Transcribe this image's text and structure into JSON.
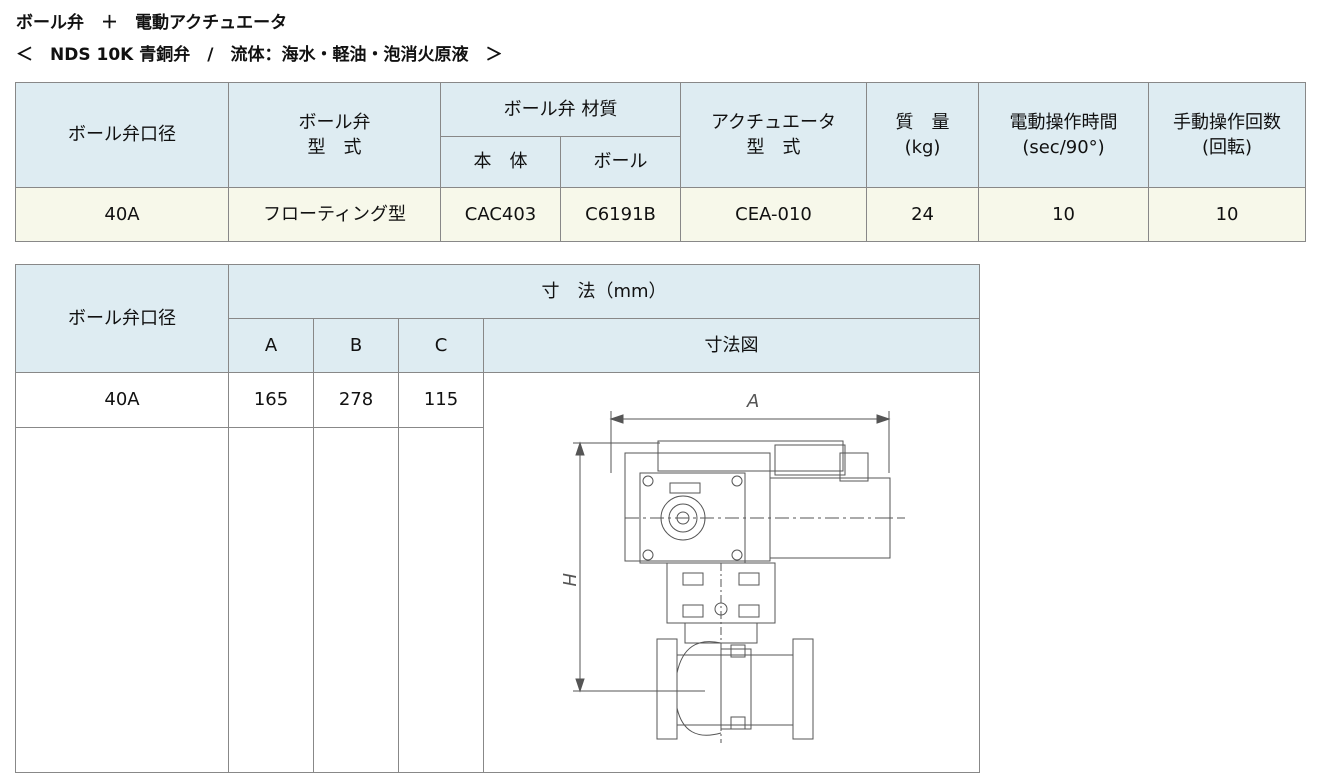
{
  "heading": {
    "line1": "ボール弁　＋　電動アクチュエータ",
    "line2": "＜　NDS 10K 青銅弁　/　流体：海水・軽油・泡消火原液　＞"
  },
  "spec_table": {
    "headers": {
      "size": "ボール弁口径",
      "type_l1": "ボール弁",
      "type_l2": "型　式",
      "material": "ボール弁 材質",
      "body": "本　体",
      "ball": "ボール",
      "actuator_l1": "アクチュエータ",
      "actuator_l2": "型　式",
      "mass_l1": "質　量",
      "mass_l2": "(kg)",
      "elec_l1": "電動操作時間",
      "elec_l2": "(sec/90°)",
      "manual_l1": "手動操作回数",
      "manual_l2": "(回転)"
    },
    "row": {
      "size": "40A",
      "type": "フローティング型",
      "body": "CAC403",
      "ball": "C6191B",
      "actuator": "CEA-010",
      "mass": "24",
      "elec_time": "10",
      "manual_turns": "10"
    }
  },
  "dim_table": {
    "headers": {
      "size": "ボール弁口径",
      "dimensions": "寸　法（mm）",
      "a": "A",
      "b": "B",
      "c": "C",
      "drawing": "寸法図"
    },
    "row": {
      "size": "40A",
      "a": "165",
      "b": "278",
      "c": "115"
    },
    "drawing_labels": {
      "a": "A",
      "h": "H"
    }
  }
}
